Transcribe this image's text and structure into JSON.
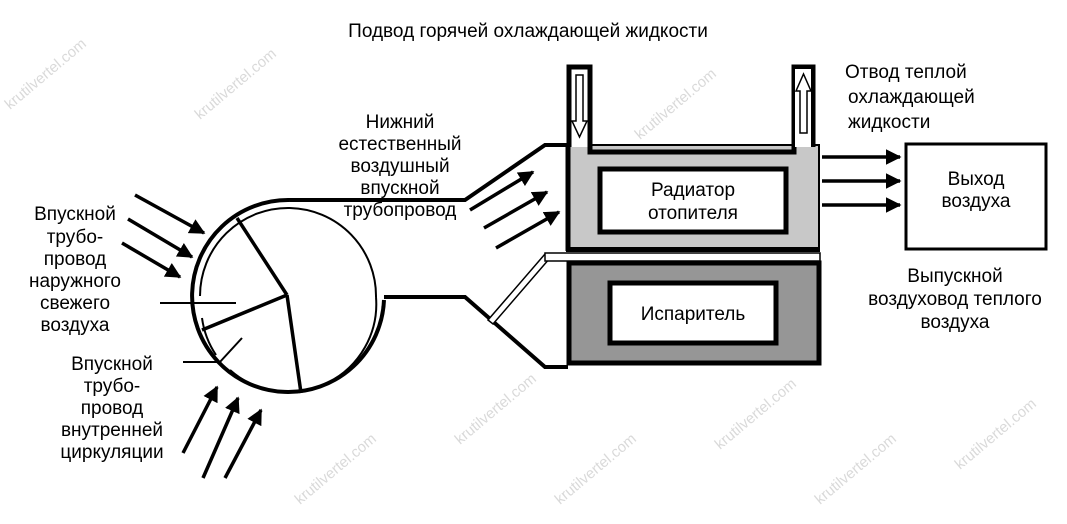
{
  "title": "Подвод горячей охлаждающей жидкости",
  "labels": {
    "coolant_out": [
      "Отвод теплой",
      "охлаждающей",
      "жидкости"
    ],
    "lower_duct": [
      "Нижний",
      "естественный",
      "воздушный",
      "впускной",
      "трубопровод"
    ],
    "fresh_air": [
      "Впускной",
      "трубо-",
      "провод",
      "наружного",
      "свежего",
      "воздуха"
    ],
    "recirc_air": [
      "Впускной",
      "трубо-",
      "провод",
      "внутренней",
      "циркуляции"
    ],
    "heater_core": [
      "Радиатор",
      "отопителя"
    ],
    "evaporator": "Испаритель",
    "air_outlet": [
      "Выход",
      "воздуха"
    ],
    "warm_duct": [
      "Выпускной",
      "воздуховод теплого",
      "воздуха"
    ]
  },
  "watermark": "krutilvertel.com",
  "colors": {
    "heater_fill": "#c8c8c8",
    "evaporator_fill": "#969696",
    "line": "#000000"
  }
}
